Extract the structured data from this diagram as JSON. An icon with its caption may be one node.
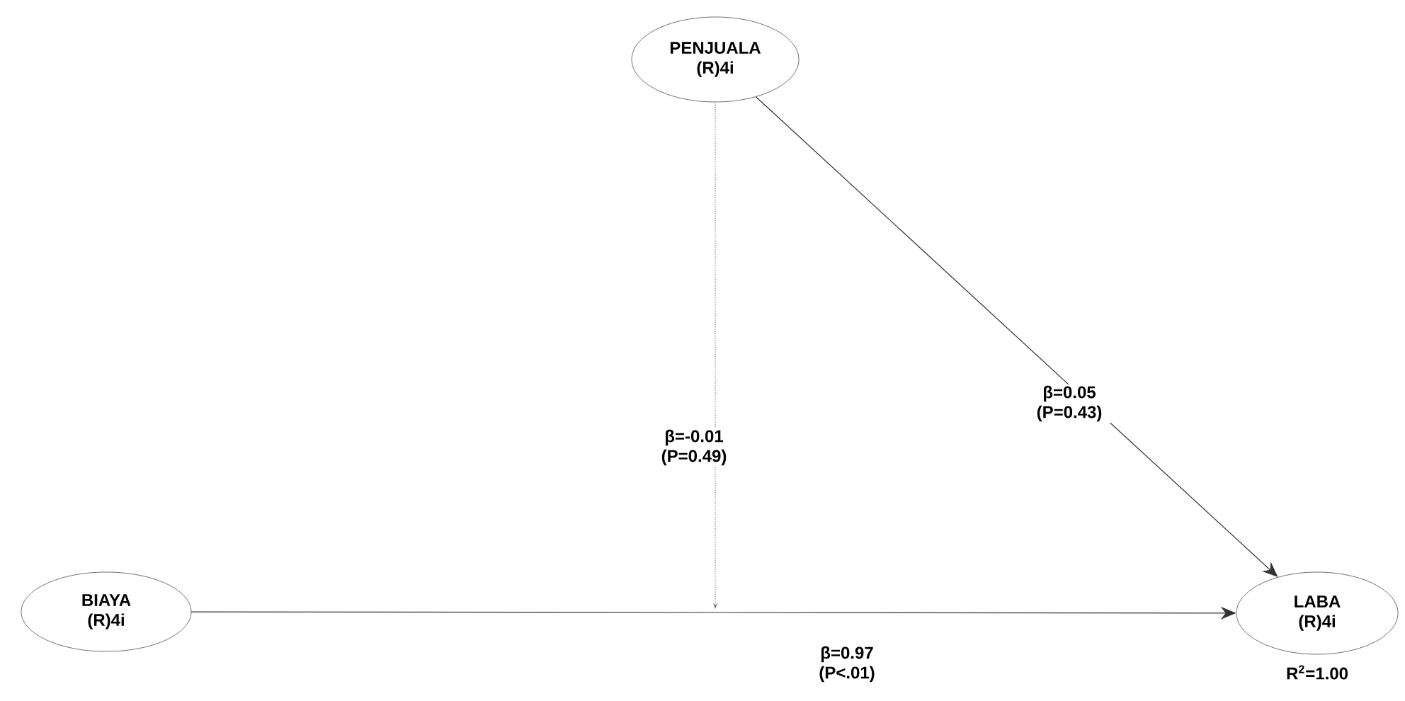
{
  "diagram": {
    "nodes": [
      {
        "text": [
          "PENJUALA",
          "(R)4i"
        ]
      },
      {
        "text": [
          "BIAYA",
          "(R)4i"
        ]
      },
      {
        "text": [
          "LABA",
          "(R)4i"
        ],
        "beside": [
          "R$^{2}$=1.00"
        ]
      }
    ],
    "edges": [
      {
        "from": 1,
        "to": 2,
        "arrow": "to",
        "label": "β=0.97 (P<.01)"
      },
      {
        "from": 0,
        "to": 2,
        "arrow": "to",
        "label": "β=0.05 (P=0.43)"
      },
      {
        "from": 0,
        "to": null,
        "arrow": "to",
        "style": "dashed",
        "label": "β=-0.01 (P=0.49)"
      }
    ]
  }
}
